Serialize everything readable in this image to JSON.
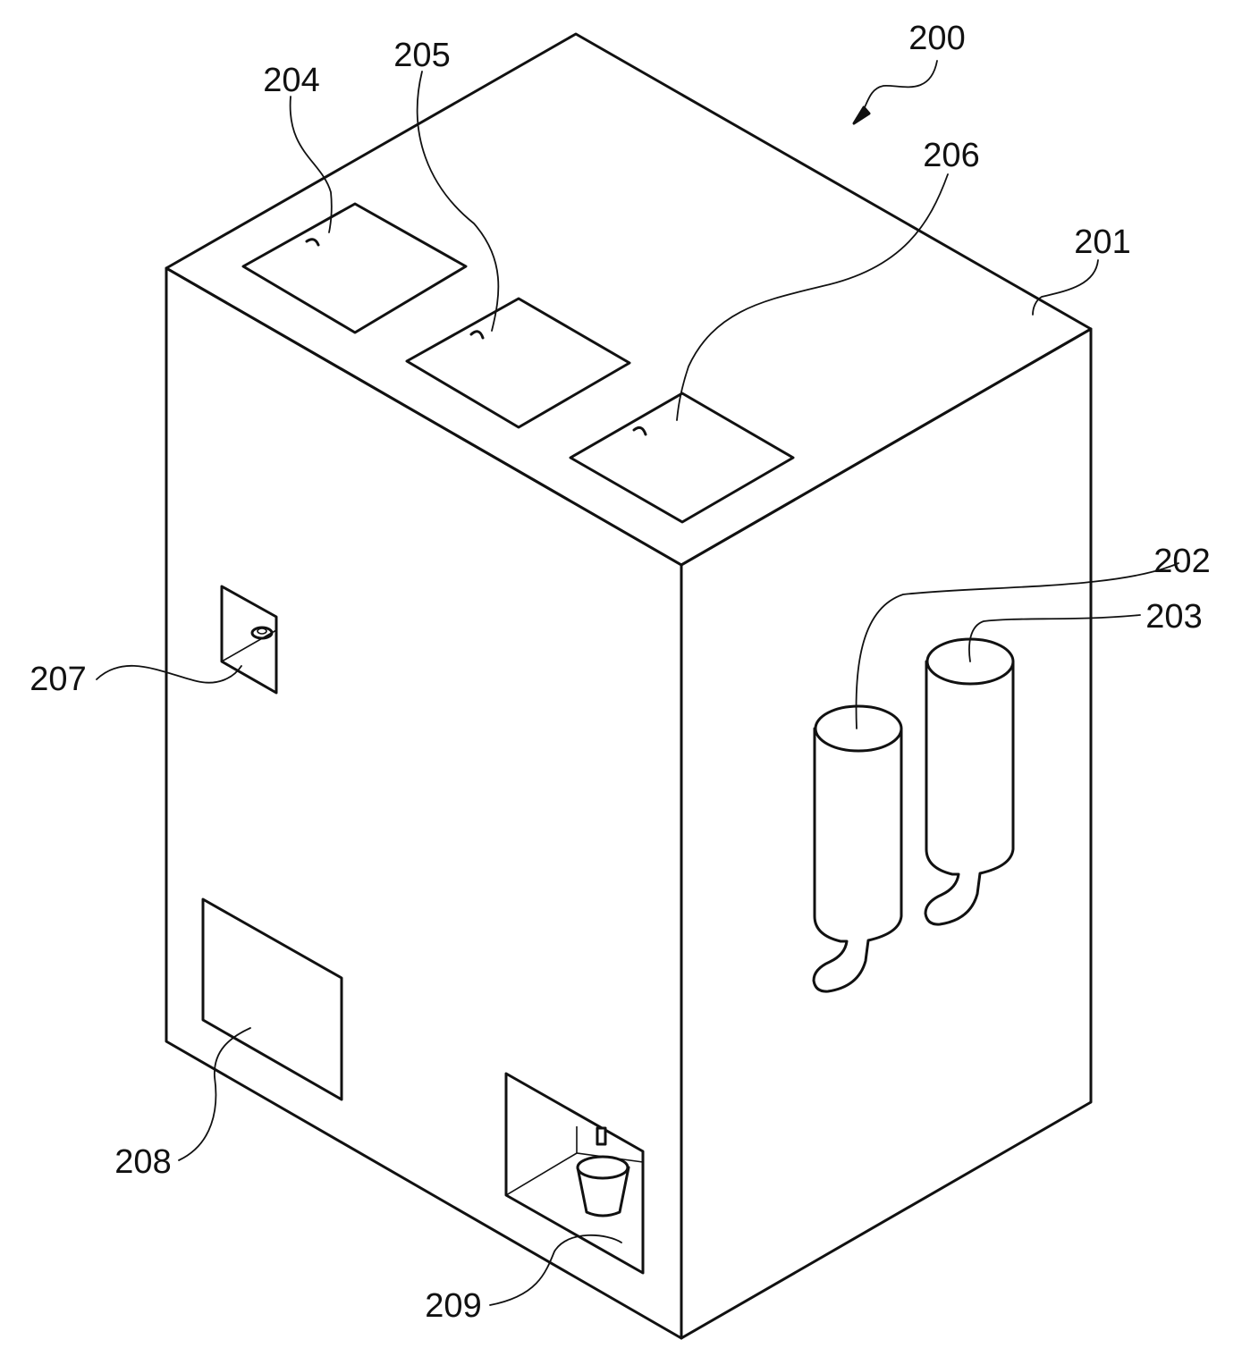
{
  "figure": {
    "labels": {
      "l200": "200",
      "l201": "201",
      "l202": "202",
      "l203": "203",
      "l204": "204",
      "l205": "205",
      "l206": "206",
      "l207": "207",
      "l208": "208",
      "l209": "209"
    }
  }
}
